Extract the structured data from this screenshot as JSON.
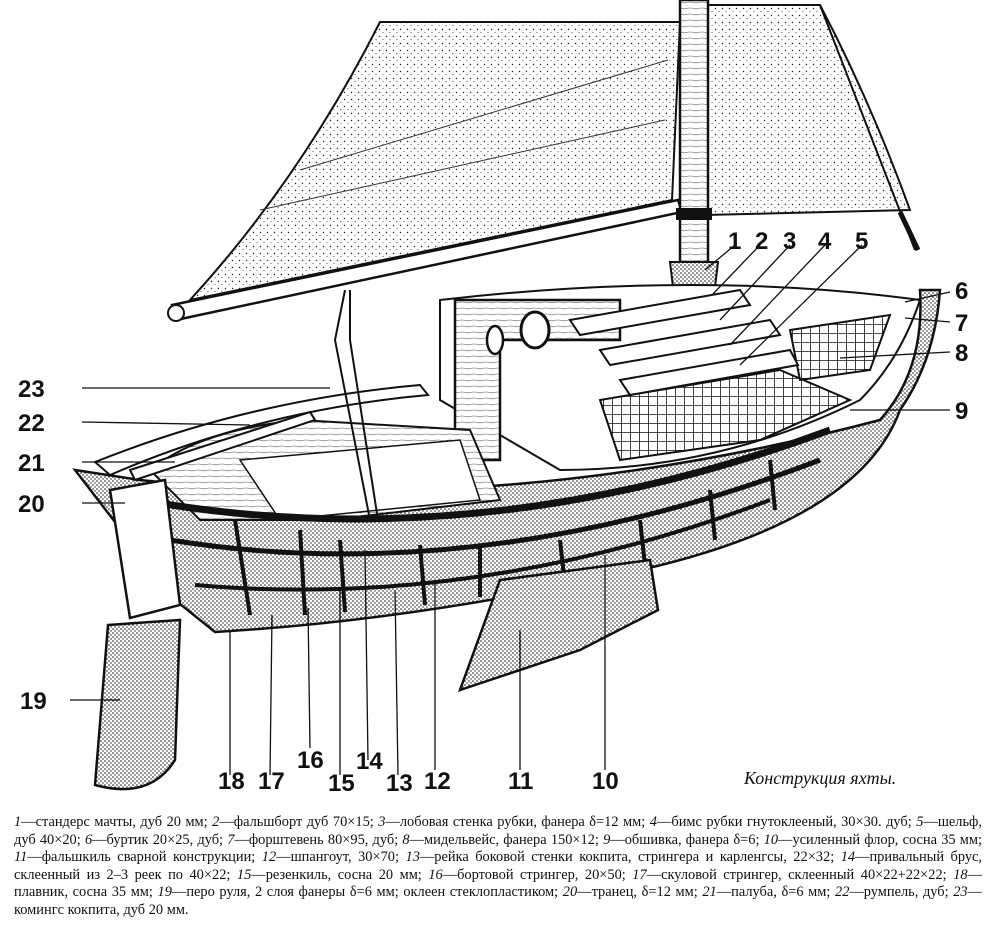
{
  "caption": "Конструкция яхты.",
  "callouts": [
    {
      "n": "1"
    },
    {
      "n": "2"
    },
    {
      "n": "3"
    },
    {
      "n": "4"
    },
    {
      "n": "5"
    },
    {
      "n": "6"
    },
    {
      "n": "7"
    },
    {
      "n": "8"
    },
    {
      "n": "9"
    },
    {
      "n": "10"
    },
    {
      "n": "11"
    },
    {
      "n": "12"
    },
    {
      "n": "13"
    },
    {
      "n": "14"
    },
    {
      "n": "15"
    },
    {
      "n": "16"
    },
    {
      "n": "17"
    },
    {
      "n": "18"
    },
    {
      "n": "19"
    },
    {
      "n": "20"
    },
    {
      "n": "21"
    },
    {
      "n": "22"
    },
    {
      "n": "23"
    }
  ],
  "legend": [
    {
      "n": "1",
      "text": "—стандерс мачты, дуб 20 мм;"
    },
    {
      "n": "2",
      "text": "—фальшборт дуб 70×15;"
    },
    {
      "n": "3",
      "text": "—лобовая стенка рубки, фанера δ=12 мм;"
    },
    {
      "n": "4",
      "text": "—бимс рубки гнутоклееный, 30×30. дуб;"
    },
    {
      "n": "5",
      "text": "—шельф, дуб 40×20;"
    },
    {
      "n": "6",
      "text": "—буртик 20×25, дуб;"
    },
    {
      "n": "7",
      "text": "—форштевень 80×95, дуб;"
    },
    {
      "n": "8",
      "text": "—мидельвейс, фанера 150×12;"
    },
    {
      "n": "9",
      "text": "—обшивка, фанера δ=6;"
    },
    {
      "n": "10",
      "text": "—усиленный флор, сосна 35 мм;"
    },
    {
      "n": "11",
      "text": "—фальшкиль сварной конструкции;"
    },
    {
      "n": "12",
      "text": "—шпангоут, 30×70;"
    },
    {
      "n": "13",
      "text": "—рейка боковой стенки кокпита, стрингера и карленгсы, 22×32;"
    },
    {
      "n": "14",
      "text": "—привальный брус, склеенный из 2–3 реек по 40×22;"
    },
    {
      "n": "15",
      "text": "—резенкиль, сосна 20 мм;"
    },
    {
      "n": "16",
      "text": "—бортовой стрингер, 20×50;"
    },
    {
      "n": "17",
      "text": "—скуловой стрингер, склеенный 40×22+22×22;"
    },
    {
      "n": "18",
      "text": "—плавник, сосна 35 мм;"
    },
    {
      "n": "19",
      "text": "—перо руля, 2 слоя фанеры δ=6 мм; оклеен стеклопластиком;"
    },
    {
      "n": "20",
      "text": "—транец, δ=12 мм;"
    },
    {
      "n": "21",
      "text": "—палуба, δ=6 мм;"
    },
    {
      "n": "22",
      "text": "—румпель, дуб;"
    },
    {
      "n": "23",
      "text": "—комингс кокпита, дуб 20 мм."
    }
  ]
}
